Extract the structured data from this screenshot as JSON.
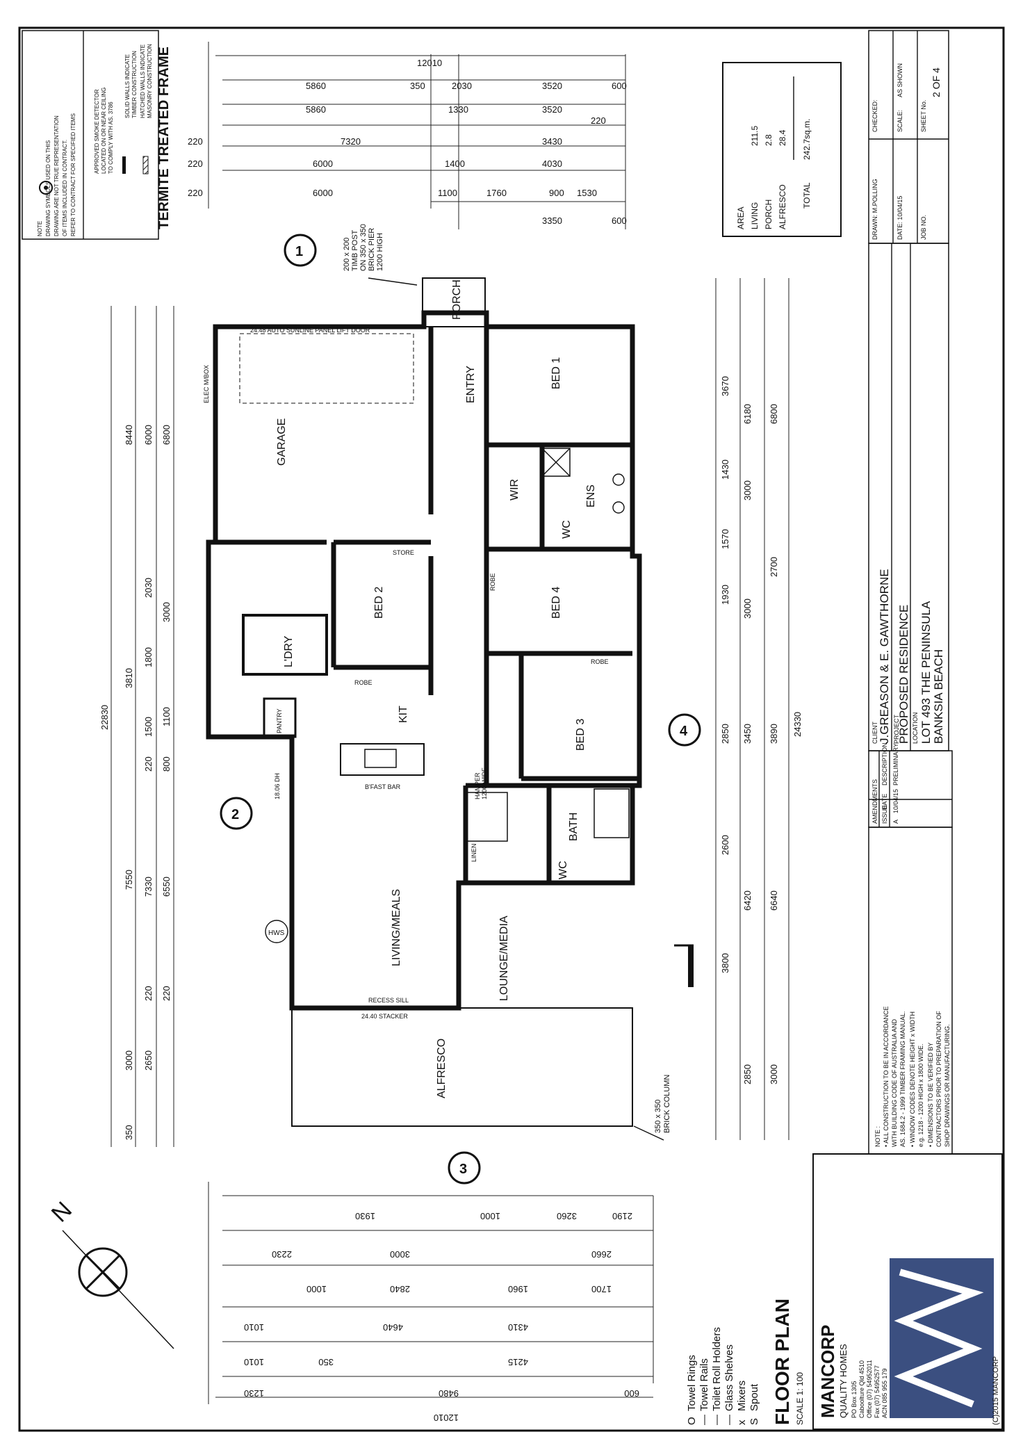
{
  "notes": {
    "drawing_symbols": [
      "NOTE",
      "DRAWING SYMBOLS USED ON THIS",
      "DRAWING ARE NOT TRUE REPRESENTATION",
      "OF ITEMS INCLUDED IN CONTRACT.",
      "REFER TO CONTRACT FOR SPECIFIED ITEMS"
    ],
    "smoke_detector": [
      "APPROVED SMOKE DETECTOR",
      "LOCATED ON OR NEAR CEILING",
      "TO COMPLY WITH AS. 3786"
    ],
    "solid_walls": [
      "SOLID WALLS INDICATE",
      "TIMBER CONSTRUCTION"
    ],
    "hatched_walls": [
      "HATCHED WALLS INDICATE",
      "MASONRY CONSTRUCTION"
    ]
  },
  "termite": "TERMITE TREATED FRAME",
  "area_table": {
    "header": "AREA",
    "rows": [
      {
        "label": "LIVING",
        "value": "211.5"
      },
      {
        "label": "PORCH",
        "value": "2.8"
      },
      {
        "label": "ALFRESCO",
        "value": "28.4"
      }
    ],
    "total_label": "TOTAL",
    "total_value": "242.7sq.m."
  },
  "rooms": {
    "garage": "GARAGE",
    "porch": "PORCH",
    "entry": "ENTRY",
    "bed1": "BED 1",
    "wir": "WIR",
    "ens": "ENS",
    "wc": "WC",
    "bed2": "BED 2",
    "bed4": "BED 4",
    "bed3": "BED 3",
    "ldry": "L'DRY",
    "pantry": "PANTRY",
    "kit": "KIT",
    "living": "LIVING/MEALS",
    "bath": "BATH",
    "wc2": "WC",
    "lounge": "LOUNGE/MEDIA",
    "alfresco": "ALFRESCO",
    "robe": "ROBE",
    "robe2": "ROBE",
    "robe3": "ROBE",
    "linen": "LINEN",
    "store": "STORE",
    "bfast": "B'FAST BAR"
  },
  "annotations": {
    "door": "24.48 AUTO SUNLINE PANEL LIFT DOOR",
    "post": [
      "200 x 200",
      "TIMB POST",
      "ON 350 x 350",
      "BRICK PIER",
      "1200 HIGH"
    ],
    "column": [
      "350 x 350",
      "BRICK COLUMN"
    ],
    "stacker": "24.40 STACKER",
    "recess": "RECESS SILL",
    "elec": "ELEC M/BOX",
    "hws": "HWS",
    "window_dh": "18.06 DH",
    "hamper": [
      "HAMPER",
      "1200 WIDE"
    ]
  },
  "top_dims": {
    "total": "12010",
    "r1": [
      "3520",
      "2030",
      "350",
      "5860",
      "600"
    ],
    "r2": [
      "3520",
      "1330",
      "5860",
      "220"
    ],
    "r3": [
      "3430",
      "7320",
      "220"
    ],
    "r4": [
      "4030",
      "1400",
      "6000",
      "220"
    ],
    "r5": [
      "1530",
      "900",
      "1760",
      "1100",
      "6000",
      "220"
    ],
    "r6": [
      "3350",
      "600"
    ]
  },
  "left_dims": {
    "overall": "22830",
    "r1": [
      "8440",
      "3810",
      "7550",
      "3000",
      "350"
    ],
    "r2": [
      "6000",
      "2030",
      "1800",
      "1500",
      "220",
      "7330",
      "2650",
      "220"
    ],
    "r3": [
      "6800",
      "3000",
      "1100",
      "800",
      "6550",
      "220"
    ]
  },
  "right_dims": {
    "overall": "24330",
    "r1": [
      "3670",
      "1430",
      "1570",
      "1930",
      "2850",
      "2600",
      "3800",
      "2850"
    ],
    "r2": [
      "6180",
      "3000",
      "3000",
      "3450",
      "6420",
      "2850"
    ],
    "r3": [
      "6800",
      "2700",
      "3890",
      "6640",
      "3000"
    ]
  },
  "bottom_dims": {
    "total": "12010",
    "r1": [
      "9480",
      "1230",
      "600"
    ],
    "r2": [
      "4215",
      "1010",
      "350"
    ],
    "r3": [
      "4310",
      "4640",
      "1010"
    ],
    "r4": [
      "1960",
      "1700",
      "2840",
      "1000"
    ],
    "r5": [
      "2660",
      "3000",
      "2230"
    ],
    "r6": [
      "3260",
      "1000",
      "2190",
      "1930"
    ]
  },
  "legend": {
    "items": [
      {
        "symbol": "O",
        "label": "Towel Rings",
        "color": "#c0392b"
      },
      {
        "symbol": "—",
        "label": "Towel Rails",
        "color": "#8e44ad"
      },
      {
        "symbol": "—",
        "label": "Toilet Roll Holders",
        "color": "#c0392b"
      },
      {
        "symbol": "—",
        "label": "Glass Shelves",
        "color": "#2c3e91"
      },
      {
        "symbol": "x",
        "label": "Mixers",
        "color": "#c0392b"
      },
      {
        "symbol": "S",
        "label": "Spout",
        "color": "#c0392b"
      }
    ]
  },
  "title": {
    "main": "FLOOR PLAN",
    "scale": "SCALE 1: 100"
  },
  "brand": {
    "name": "MANCORP",
    "sub": "QUALITY HOMES",
    "contact": [
      "PO Box 1305",
      "Caboolture Qld 4510",
      "Office (07) 54952011",
      "Fax (07) 54952577",
      "ACN 085 955 179"
    ],
    "copyright": "(C)2015 MANCORP"
  },
  "construction_notes": [
    "NOTE :",
    "• ALL CONSTRUCTION TO BE IN ACCORDANCE",
    "WITH BUILDING CODE OF AUSTRALIA AND",
    "AS. 1684.2 - 1999 TIMBER FRAMING MANUAL.",
    "• WINDOW CODES DENOTE HEIGHT x WIDTH",
    "e.g. 1218 - 1200 HIGH x 1800 WIDE.",
    "• DIMENSIONS TO BE VERIFIED BY",
    "CONTRACTORS PRIOR TO PREPARATION OF",
    "SHOP DRAWINGS OR MANUFACTURING."
  ],
  "amendments": {
    "title": "AMENDMENTS",
    "headers": [
      "ISSUE",
      "DATE",
      "DESCRIPTION"
    ],
    "row": [
      "A",
      "10/04/15",
      "PRELIMINARY"
    ]
  },
  "client": {
    "label": "CLIENT",
    "value": "J.GREASON & E. GAWTHORNE"
  },
  "project": {
    "label": "PROJECT",
    "value": "PROPOSED RESIDENCE"
  },
  "location": {
    "label": "LOCATION",
    "value1": "LOT 493 THE PENINSULA",
    "value2": "BANKSIA BEACH"
  },
  "info": {
    "drawn": "DRAWN: M.POLLING",
    "checked": "CHECKED:",
    "date": "DATE: 10/04/15",
    "scale_label": "SCALE:",
    "scale_value": "AS SHOWN",
    "job": "JOB NO.",
    "sheet": "SHEET No.",
    "sheet_value": "2 OF 4"
  },
  "markers": [
    "1",
    "2",
    "3",
    "4"
  ],
  "north": "N"
}
